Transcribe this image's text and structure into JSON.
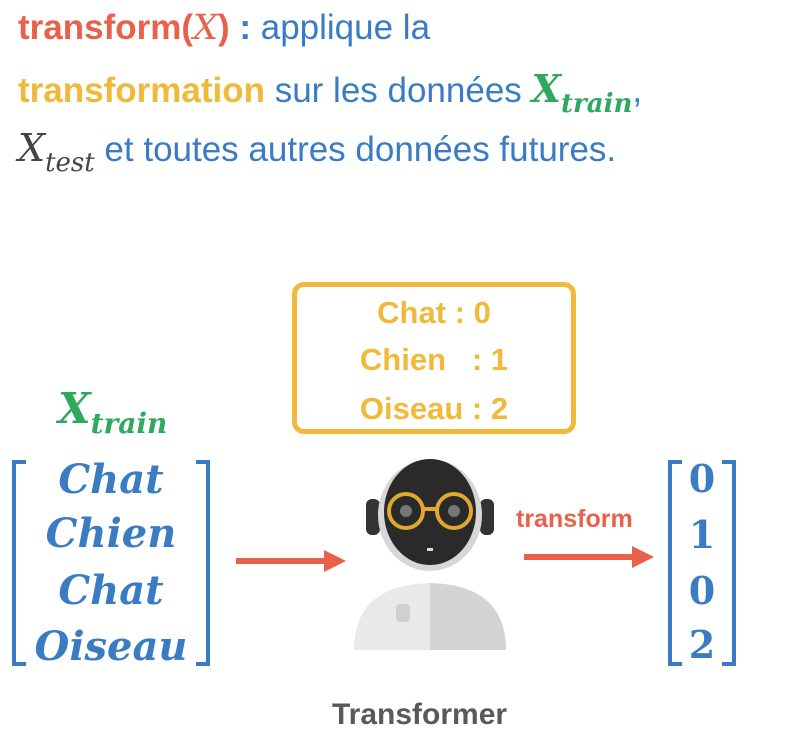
{
  "header": {
    "line1": {
      "func": "transform(",
      "arg": "X",
      "close": ")",
      "colon": " :",
      "text": " applique  la"
    },
    "line2": {
      "word": "transformation",
      "text": " sur les données ",
      "x": "X",
      "sub": "train",
      "comma": ","
    },
    "line3": {
      "x": "X",
      "sub": "test",
      "text": " et toutes autres données futures."
    }
  },
  "mapping": {
    "rows": [
      "Chat : 0",
      "Chien   : 1",
      "Oiseau : 2"
    ]
  },
  "input": {
    "label_x": "X",
    "label_sub": "train",
    "items": [
      "Chat",
      "Chien",
      "Chat",
      "Oiseau"
    ]
  },
  "output": {
    "items": [
      "0",
      "1",
      "0",
      "2"
    ]
  },
  "arrow_label": "transform",
  "robot_label": "Transformer",
  "colors": {
    "blue": "#3a7cc3",
    "red": "#e8624b",
    "yellow": "#f0b93a",
    "green": "#2fa860",
    "robot_face": "#2a2a2a",
    "robot_body": "#e9e9e9"
  },
  "icons": [
    "robot-icon",
    "arrow-right-icon"
  ]
}
